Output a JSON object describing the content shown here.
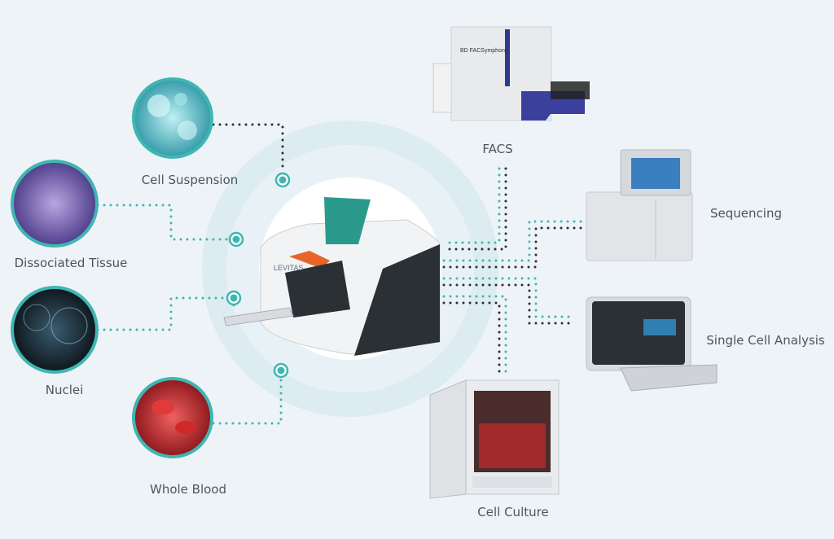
{
  "inputs": {
    "cell_suspension": "Cell Suspension",
    "dissociated_tissue": "Dissociated Tissue",
    "nuclei": "Nuclei",
    "whole_blood": "Whole Blood"
  },
  "outputs": {
    "facs": "FACS",
    "sequencing": "Sequencing",
    "single_cell": "Single Cell Analysis",
    "cell_culture": "Cell Culture"
  },
  "device_brand": "LEVITAS",
  "facs_brand": "BD FACSymphony",
  "colors": {
    "accent": "#3fb6b2",
    "dark": "#2a2f36",
    "background": "#eef3f8",
    "label": "#4a5560"
  }
}
